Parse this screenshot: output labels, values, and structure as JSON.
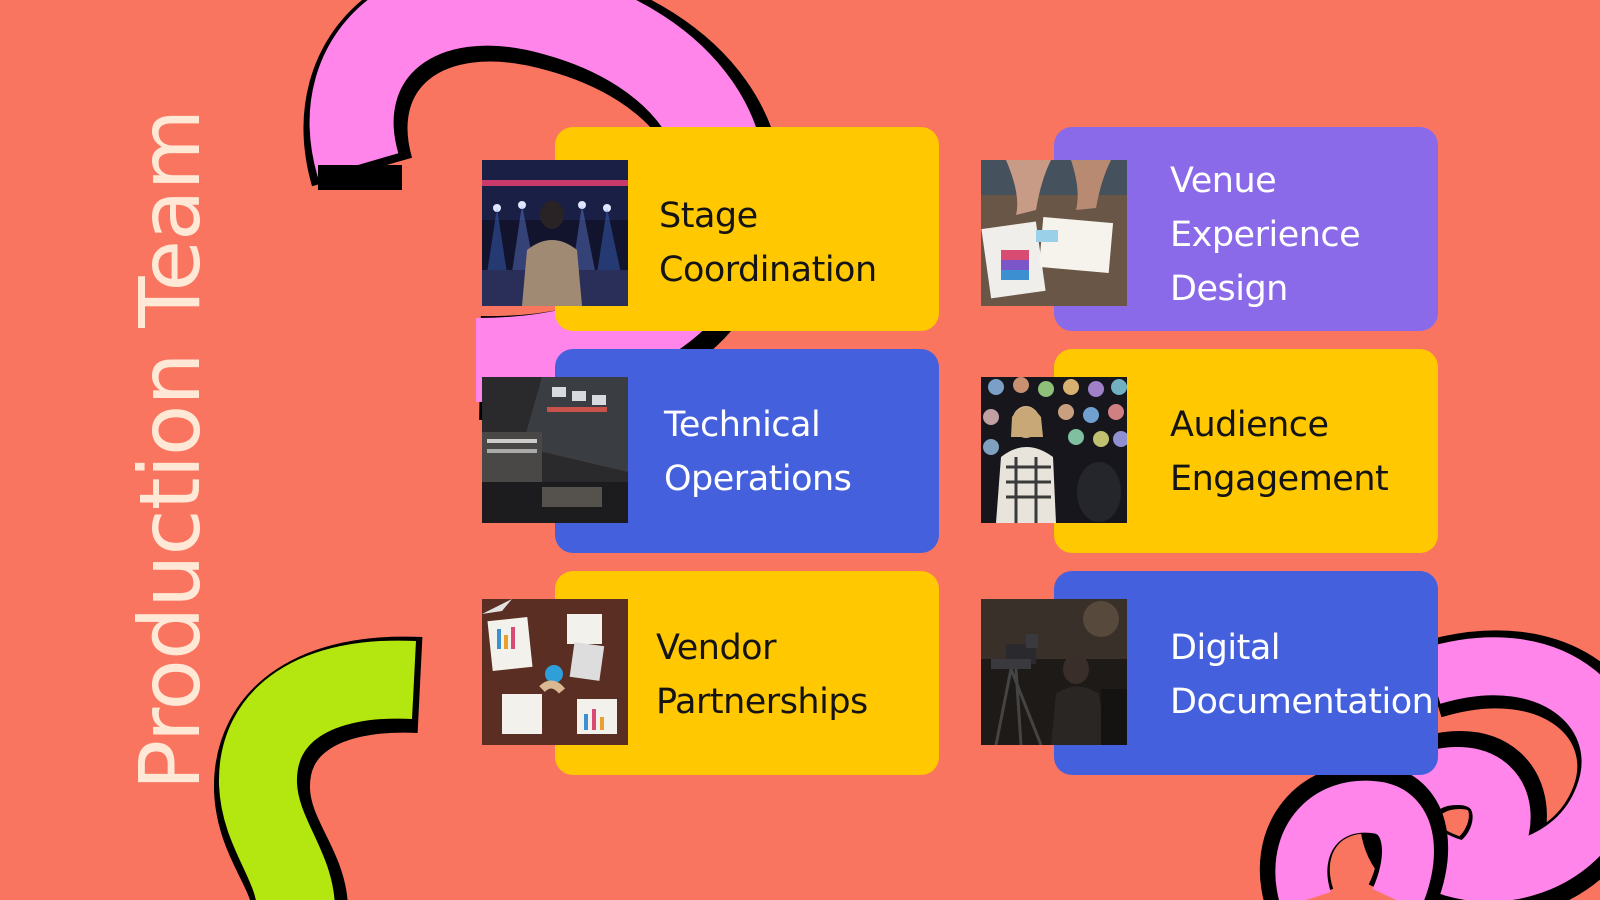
{
  "slide": {
    "title": "Production Team",
    "colors": {
      "background": "#FA7560",
      "yellow": "#FFC800",
      "purple": "#8A6AE8",
      "blue": "#4560DC",
      "pink": "#FF85EA",
      "lime": "#B4E60F",
      "title": "#FFE9D6"
    }
  },
  "cards": [
    {
      "lines": [
        "Stage",
        "Coordination"
      ],
      "color": "yellow",
      "image": "stage-concert-photo"
    },
    {
      "lines": [
        "Venue",
        "Experience",
        "Design"
      ],
      "color": "purple",
      "image": "design-planning-photo"
    },
    {
      "lines": [
        "Technical",
        "Operations"
      ],
      "color": "blue",
      "image": "mixing-console-photo"
    },
    {
      "lines": [
        "Audience",
        "Engagement"
      ],
      "color": "yellow",
      "image": "speaker-presentation-photo"
    },
    {
      "lines": [
        "Vendor",
        "Partnerships"
      ],
      "color": "yellow",
      "image": "business-meeting-photo"
    },
    {
      "lines": [
        "Digital",
        "Documentation"
      ],
      "color": "blue",
      "image": "video-camera-photo"
    }
  ]
}
